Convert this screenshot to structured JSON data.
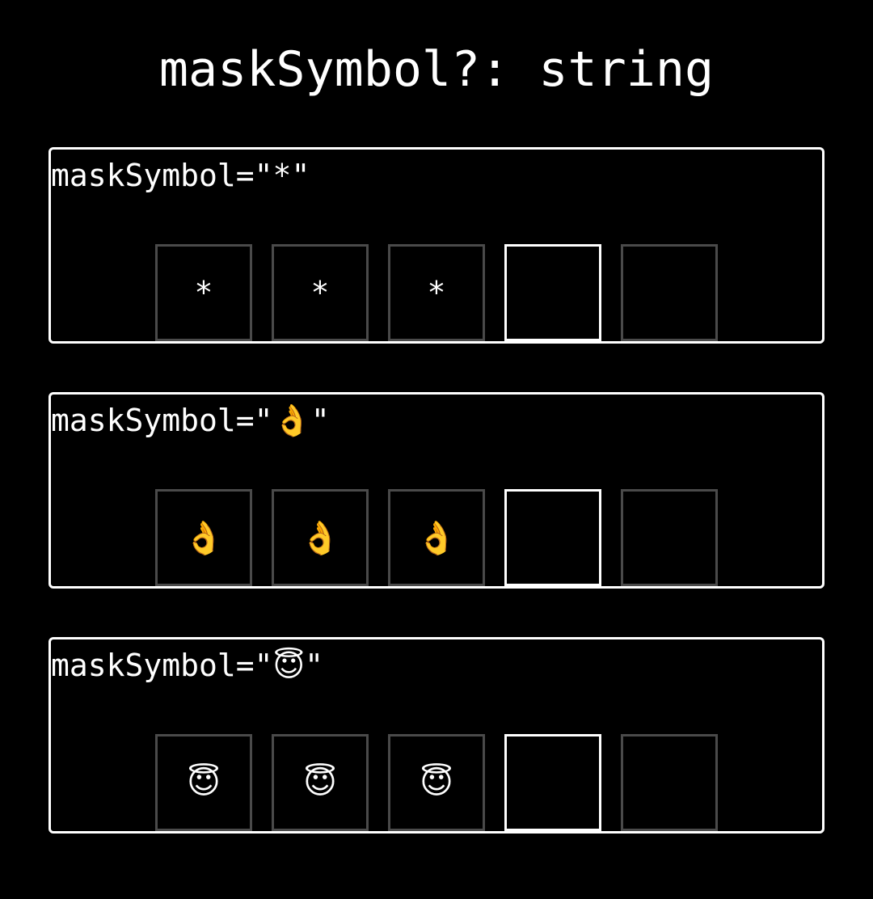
{
  "header": {
    "title": "maskSymbol?: string"
  },
  "examples": [
    {
      "label_prefix": "maskSymbol=\"",
      "label_symbol": "*",
      "label_suffix": "\"",
      "cells": [
        "*",
        "*",
        "*",
        "",
        ""
      ],
      "focused_cell_index": 3
    },
    {
      "label_prefix": "maskSymbol=\"",
      "label_symbol": "👌",
      "label_suffix": "\"",
      "cells": [
        "👌",
        "👌",
        "👌",
        "",
        ""
      ],
      "focused_cell_index": 3
    },
    {
      "label_prefix": "maskSymbol=\"",
      "label_symbol": "😇",
      "label_suffix": "\"",
      "cells": [
        "😇",
        "😇",
        "😇",
        "",
        ""
      ],
      "focused_cell_index": 3
    }
  ],
  "colors": {
    "background": "#000000",
    "text": "#ffffff",
    "card_border": "#ffffff",
    "cell_border": "#4a4a4a",
    "focused_cell_border": "#ffffff"
  }
}
